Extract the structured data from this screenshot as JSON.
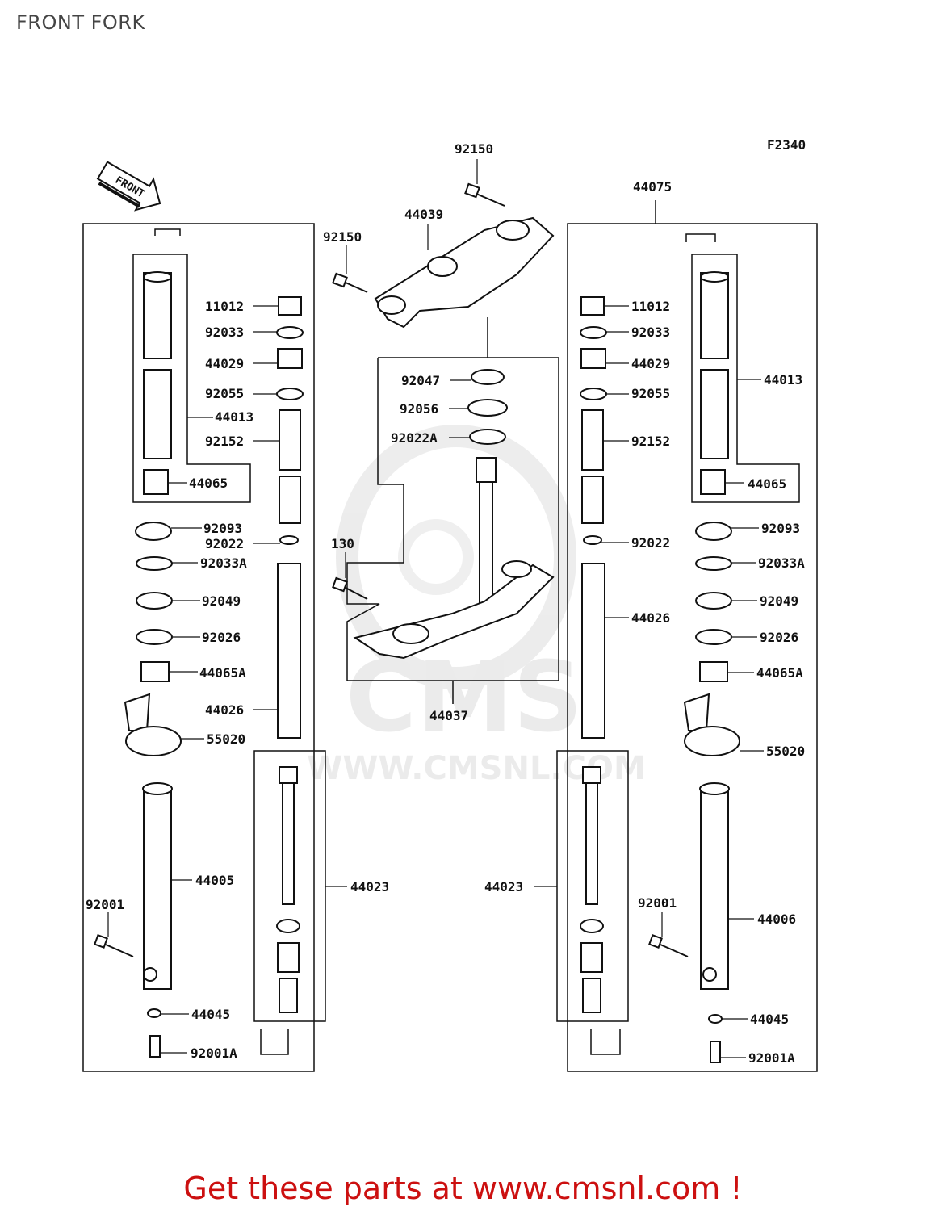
{
  "page": {
    "title": "FRONT FORK",
    "diagram_code": "F2340"
  },
  "direction_arrow": {
    "label": "FRONT"
  },
  "watermark": {
    "brand": "CMS",
    "url": "WWW.CMSNL.COM"
  },
  "colors": {
    "accent": "#cc1010",
    "line": "#111111",
    "watermark": "#e3e3e3"
  },
  "footer": {
    "text": "Get these parts at www.cmsnl.com !"
  },
  "parts": [
    "92150",
    "92150",
    "44039",
    "44075",
    "11012",
    "92033",
    "44029",
    "92055",
    "44013",
    "92152",
    "44065",
    "92093",
    "92022",
    "92033A",
    "92049",
    "92026",
    "44065A",
    "44026",
    "55020",
    "44005",
    "92001",
    "44045",
    "92001A",
    "44023",
    "92047",
    "92056",
    "92022A",
    "130",
    "44037",
    "11012",
    "92033",
    "44029",
    "92055",
    "92152",
    "44013",
    "44065",
    "92022",
    "44026",
    "92093",
    "92033A",
    "92049",
    "92026",
    "44065A",
    "55020",
    "44023",
    "92001",
    "44006",
    "44045",
    "92001A"
  ]
}
